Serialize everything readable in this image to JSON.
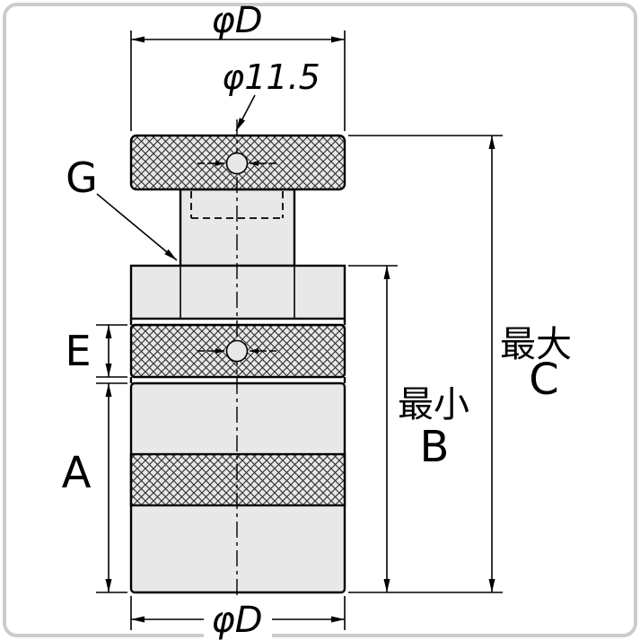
{
  "drawing": {
    "labels": {
      "top_diameter": "φD",
      "hole_diameter": "φ11.5",
      "g": "G",
      "e": "E",
      "a": "A",
      "b_min_prefix": "最小",
      "b": "B",
      "c_max_prefix": "最大",
      "c": "C",
      "bottom_diameter": "φD"
    },
    "colors": {
      "background": "#ffffff",
      "frame_border": "#cccccc",
      "part_fill": "#e8e8e8",
      "line": "#000000"
    }
  }
}
